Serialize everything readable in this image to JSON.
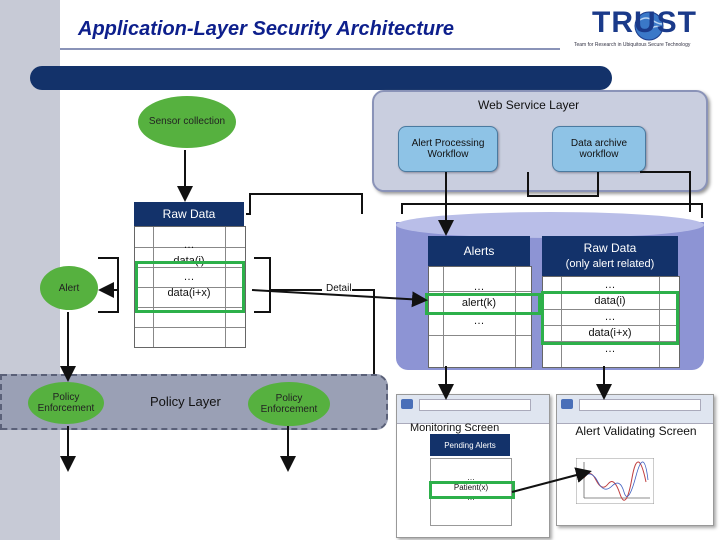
{
  "title": "Application-Layer Security Architecture",
  "logo": {
    "text": "TRUST",
    "subtitle": "Team for Research in Ubiquitous Secure Technology"
  },
  "web_service": {
    "label": "Web Service Layer",
    "alert_processing": "Alert Processing Workflow",
    "data_archive": "Data archive workflow"
  },
  "sensor": "Sensor collection",
  "alert": "Alert",
  "raw_data_left": {
    "header": "Raw Data",
    "rows": [
      "…",
      "data(i)",
      "…",
      "data(i+x)",
      "…"
    ]
  },
  "detail": "Detail",
  "db": {
    "alerts_header": "Alerts",
    "alerts_rows": [
      "…",
      "alert(k)",
      "…"
    ],
    "raw_header": "Raw Data",
    "raw_subheader": "(only alert related)",
    "raw_rows": [
      "…",
      "data(i)",
      "…",
      "data(i+x)",
      "…"
    ]
  },
  "policy": {
    "enforcement_left": "Policy Enforcement",
    "layer": "Policy Layer",
    "enforcement_mid": "Policy Enforcement"
  },
  "monitoring": {
    "title": "Monitoring Screen",
    "pending": "Pending Alerts",
    "rows": [
      "…",
      "Patient(x)",
      "…"
    ]
  },
  "validating": {
    "title": "Alert Validating Screen"
  },
  "colors": {
    "navy": "#13326a",
    "green": "#56b13f",
    "highlight": "#2db04a",
    "workflow": "#8ec3e6",
    "database": "#8d94d4"
  }
}
